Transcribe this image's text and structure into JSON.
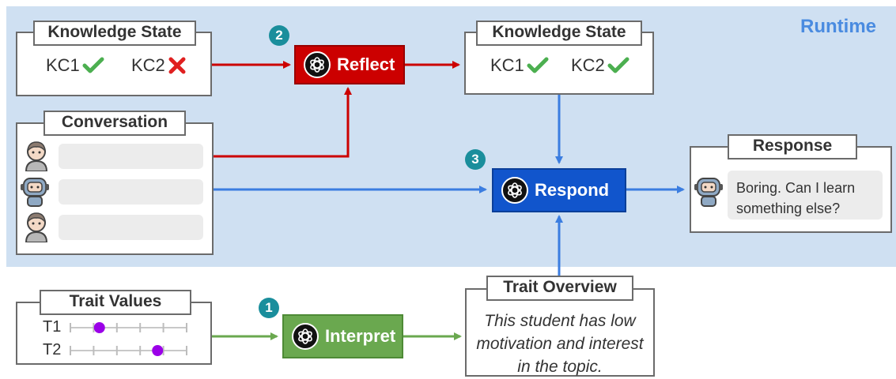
{
  "runtime_label": "Runtime",
  "knowledge_state_before": {
    "title": "Knowledge State",
    "items": [
      {
        "label": "KC1",
        "status": "check"
      },
      {
        "label": "KC2",
        "status": "cross"
      }
    ]
  },
  "knowledge_state_after": {
    "title": "Knowledge State",
    "items": [
      {
        "label": "KC1",
        "status": "check"
      },
      {
        "label": "KC2",
        "status": "check"
      }
    ]
  },
  "conversation": {
    "title": "Conversation"
  },
  "steps": {
    "reflect": {
      "number": "2",
      "label": "Reflect"
    },
    "respond": {
      "number": "3",
      "label": "Respond"
    },
    "interpret": {
      "number": "1",
      "label": "Interpret"
    }
  },
  "response": {
    "title": "Response",
    "text": "Boring. Can I learn something else?"
  },
  "trait_values": {
    "title": "Trait Values",
    "traits": [
      {
        "label": "T1",
        "level": 0.25
      },
      {
        "label": "T2",
        "level": 0.75
      }
    ]
  },
  "trait_overview": {
    "title": "Trait Overview",
    "text": "This student has low motivation and interest in the topic."
  },
  "colors": {
    "reflect": "#cc0000",
    "respond": "#1155cc",
    "interpret": "#6aa84f",
    "badge": "#1a8e9c",
    "runtime_bg": "#cfe0f2",
    "runtime_label": "#4a8be0",
    "check": "#4caf50",
    "cross": "#e02020",
    "slider_dot": "#9b00e8"
  }
}
